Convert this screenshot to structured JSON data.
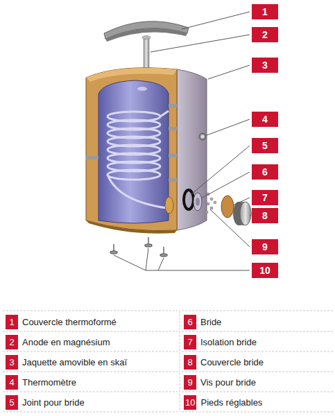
{
  "diagram": {
    "nodes": [
      {
        "text": [
          "1"
        ]
      },
      {
        "text": [
          "2"
        ]
      },
      {
        "text": [
          "3"
        ]
      },
      {
        "text": [
          "4"
        ]
      },
      {
        "text": [
          "5"
        ]
      },
      {
        "text": [
          "6"
        ]
      },
      {
        "text": [
          "7"
        ]
      },
      {
        "text": [
          "8"
        ]
      },
      {
        "text": [
          "9"
        ]
      },
      {
        "text": [
          "10"
        ]
      },
      {
        "text": [
          "1",
          "Couvercle thermoformé"
        ]
      },
      {
        "text": [
          "2",
          "Anode en magnésium"
        ]
      },
      {
        "text": [
          "3",
          "Jaquette amovible en skaï"
        ]
      },
      {
        "text": [
          "4",
          "Thermomètre"
        ]
      },
      {
        "text": [
          "5",
          "Joint pour bride"
        ]
      },
      {
        "text": [
          "6",
          "Bride"
        ]
      },
      {
        "text": [
          "7",
          "Isolation bride"
        ]
      },
      {
        "text": [
          "8",
          "Couvercle bride"
        ]
      },
      {
        "text": [
          "9",
          "Vis pour bride"
        ]
      },
      {
        "text": [
          "10",
          "Pieds réglables"
        ]
      }
    ]
  }
}
